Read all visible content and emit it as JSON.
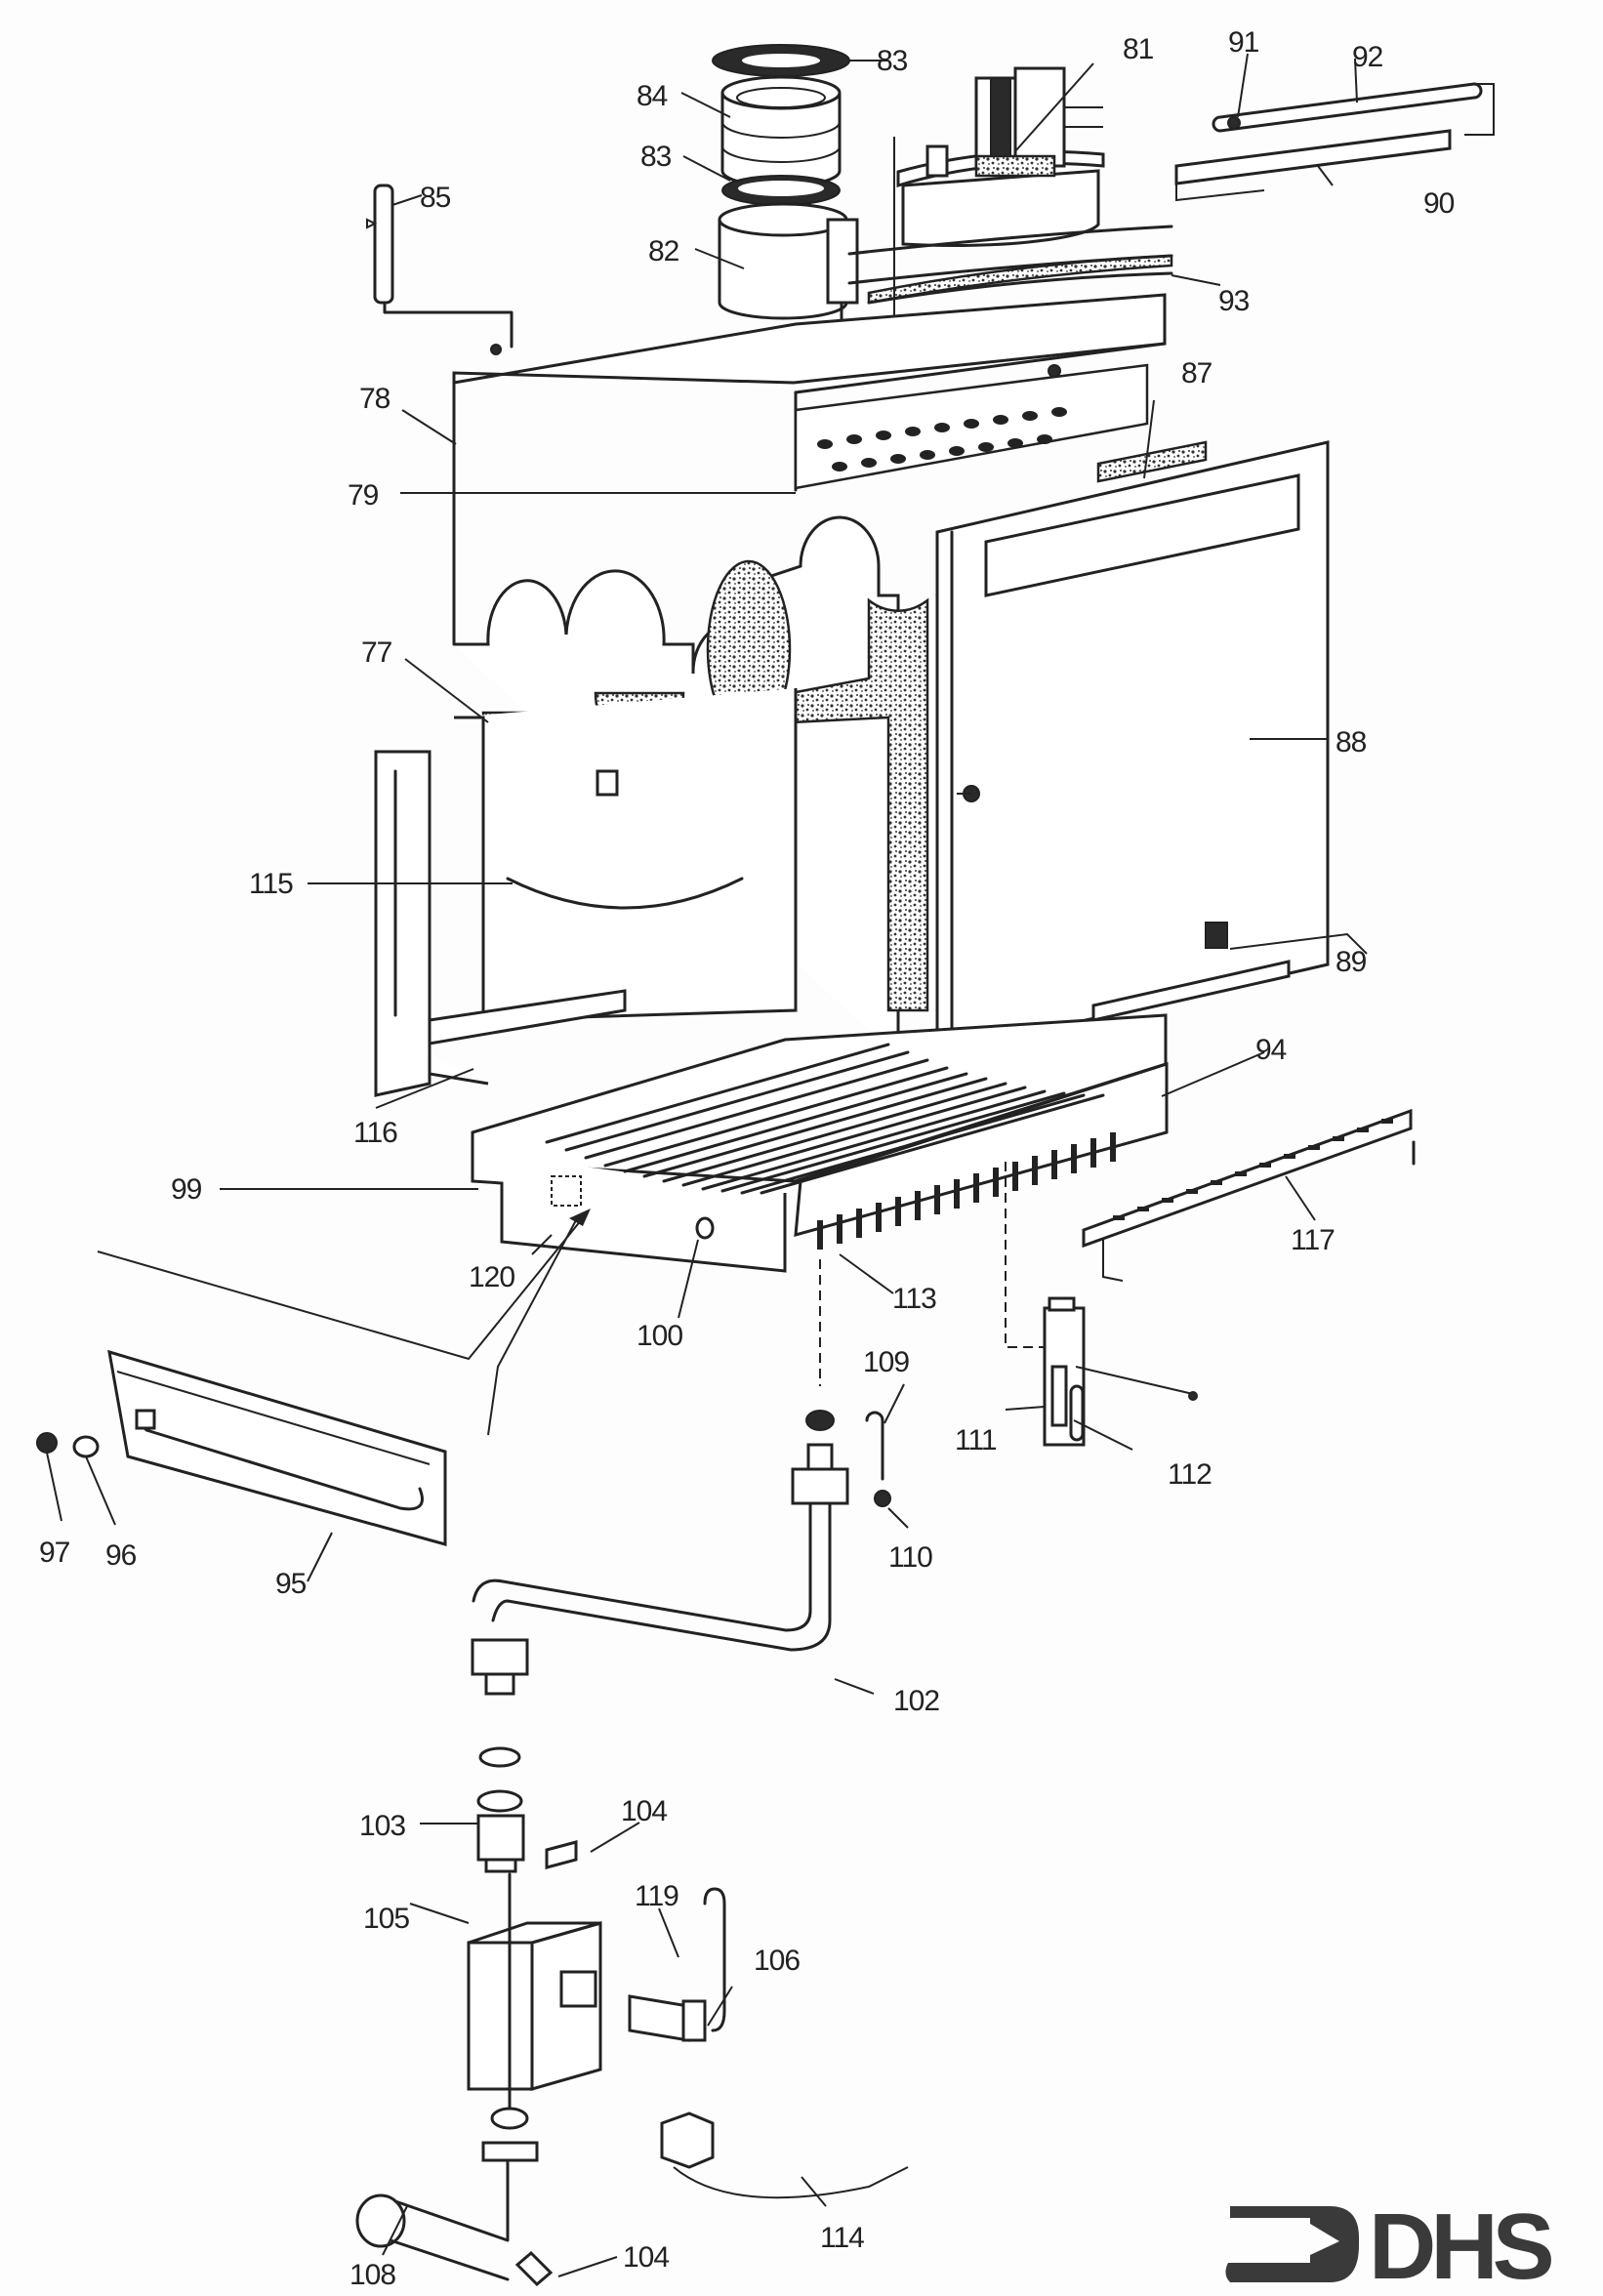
{
  "diagram": {
    "type": "exploded-parts-diagram",
    "parts": [
      {
        "id": "83a",
        "label": "83",
        "component": "seal-ring-top"
      },
      {
        "id": "84",
        "label": "84",
        "component": "flue-adaptor"
      },
      {
        "id": "83b",
        "label": "83",
        "component": "seal-ring-lower"
      },
      {
        "id": "85",
        "label": "85",
        "component": "pressure-tube"
      },
      {
        "id": "82",
        "label": "82",
        "component": "flue-spigot"
      },
      {
        "id": "81",
        "label": "81",
        "component": "fan-assembly"
      },
      {
        "id": "91",
        "label": "91",
        "component": "screw"
      },
      {
        "id": "92",
        "label": "92",
        "component": "rod"
      },
      {
        "id": "90",
        "label": "90",
        "component": "fan-bracket"
      },
      {
        "id": "93",
        "label": "93",
        "component": "gaskets"
      },
      {
        "id": "78",
        "label": "78",
        "component": "flue-hood"
      },
      {
        "id": "79",
        "label": "79",
        "component": "baffle-plate"
      },
      {
        "id": "87",
        "label": "87",
        "component": "seal-strip"
      },
      {
        "id": "77",
        "label": "77",
        "component": "combustion-chamber-insulation"
      },
      {
        "id": "88",
        "label": "88",
        "component": "combustion-chamber-front"
      },
      {
        "id": "115",
        "label": "115",
        "component": "rear-panel-seal"
      },
      {
        "id": "89",
        "label": "89",
        "component": "sight-glass"
      },
      {
        "id": "94",
        "label": "94",
        "component": "burner"
      },
      {
        "id": "116",
        "label": "116",
        "component": "screw"
      },
      {
        "id": "99",
        "label": "99",
        "component": "injector"
      },
      {
        "id": "117",
        "label": "117",
        "component": "burner-bar"
      },
      {
        "id": "120",
        "label": "120",
        "component": "bracket"
      },
      {
        "id": "113",
        "label": "113",
        "component": "burner-manifold-nut"
      },
      {
        "id": "100",
        "label": "100",
        "component": "grommet"
      },
      {
        "id": "109",
        "label": "109",
        "component": "pilot-tube"
      },
      {
        "id": "111",
        "label": "111",
        "component": "electrode"
      },
      {
        "id": "112",
        "label": "112",
        "component": "pilot-burner"
      },
      {
        "id": "110",
        "label": "110",
        "component": "pilot-nut"
      },
      {
        "id": "97",
        "label": "97",
        "component": "nut"
      },
      {
        "id": "96",
        "label": "96",
        "component": "fitting"
      },
      {
        "id": "95",
        "label": "95",
        "component": "manifold"
      },
      {
        "id": "102",
        "label": "102",
        "component": "gas-pipe"
      },
      {
        "id": "103",
        "label": "103",
        "component": "union"
      },
      {
        "id": "104a",
        "label": "104",
        "component": "test-point-upper"
      },
      {
        "id": "119",
        "label": "119",
        "component": "solenoid"
      },
      {
        "id": "105",
        "label": "105",
        "component": "gas-valve"
      },
      {
        "id": "106",
        "label": "106",
        "component": "pilot-pipe"
      },
      {
        "id": "108",
        "label": "108",
        "component": "inlet-pipe"
      },
      {
        "id": "104b",
        "label": "104",
        "component": "test-point-lower"
      },
      {
        "id": "114",
        "label": "114",
        "component": "cable-plug"
      }
    ]
  },
  "logo": {
    "text": "DHS",
    "icon": "arrow-right-icon"
  }
}
